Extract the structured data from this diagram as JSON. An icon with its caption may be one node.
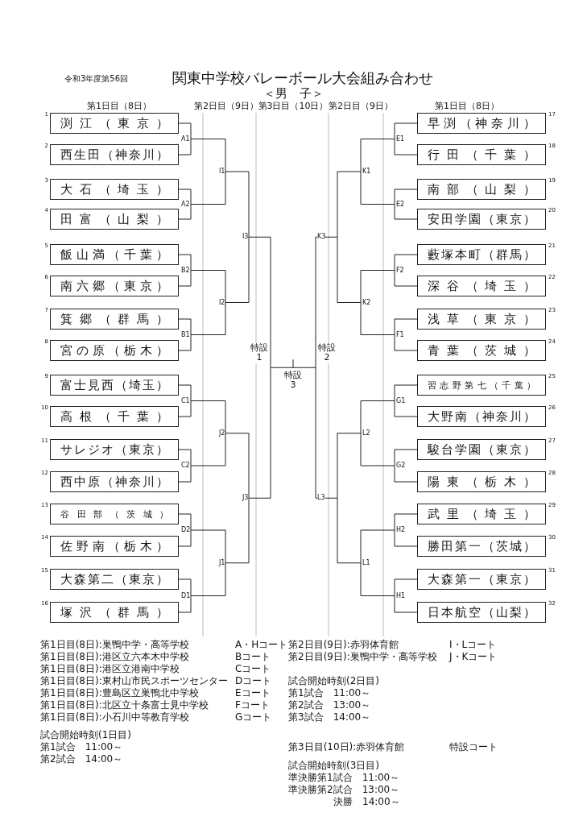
{
  "diagram": {
    "title": "関東中学校バレーボール大会組み合わせ",
    "nodes": [
      {
        "text": [
          "渕江（東京）"
        ],
        "beside": [
          "1"
        ]
      },
      {
        "text": [
          "西生田（神奈川）"
        ],
        "beside": [
          "2"
        ]
      },
      {
        "text": [
          "大石（埼玉）"
        ],
        "beside": [
          "3"
        ]
      },
      {
        "text": [
          "田富（山梨）"
        ],
        "beside": [
          "4"
        ]
      },
      {
        "text": [
          "飯山満（千葉）"
        ],
        "beside": [
          "5"
        ]
      },
      {
        "text": [
          "南六郷（東京）"
        ],
        "beside": [
          "6"
        ]
      },
      {
        "text": [
          "箕郷（群馬）"
        ],
        "beside": [
          "7"
        ]
      },
      {
        "text": [
          "宮の原（栃木）"
        ],
        "beside": [
          "8"
        ]
      },
      {
        "text": [
          "富士見西（埼玉）"
        ],
        "beside": [
          "9"
        ]
      },
      {
        "text": [
          "高根（千葉）"
        ],
        "beside": [
          "10"
        ]
      },
      {
        "text": [
          "サレジオ（東京）"
        ],
        "beside": [
          "11"
        ]
      },
      {
        "text": [
          "西中原（神奈川）"
        ],
        "beside": [
          "12"
        ]
      },
      {
        "text": [
          "谷田部（茨城）"
        ],
        "beside": [
          "13"
        ]
      },
      {
        "text": [
          "佐野南（栃木）"
        ],
        "beside": [
          "14"
        ]
      },
      {
        "text": [
          "大森第二（東京）"
        ],
        "beside": [
          "15"
        ]
      },
      {
        "text": [
          "塚沢（群馬）"
        ],
        "beside": [
          "16"
        ]
      },
      {
        "text": [
          "早渕（神奈川）"
        ],
        "beside": [
          "17"
        ]
      },
      {
        "text": [
          "行田（千葉）"
        ],
        "beside": [
          "18"
        ]
      },
      {
        "text": [
          "南部（山梨）"
        ],
        "beside": [
          "19"
        ]
      },
      {
        "text": [
          "安田学園（東京）"
        ],
        "beside": [
          "20"
        ]
      },
      {
        "text": [
          "藪塚本町（群馬）"
        ],
        "beside": [
          "21"
        ]
      },
      {
        "text": [
          "深谷（埼玉）"
        ],
        "beside": [
          "22"
        ]
      },
      {
        "text": [
          "浅草（東京）"
        ],
        "beside": [
          "23"
        ]
      },
      {
        "text": [
          "青葉（茨城）"
        ],
        "beside": [
          "24"
        ]
      },
      {
        "text": [
          "習志野第七（千葉）"
        ],
        "beside": [
          "25"
        ]
      },
      {
        "text": [
          "大野南（神奈川）"
        ],
        "beside": [
          "26"
        ]
      },
      {
        "text": [
          "駿台学園（東京）"
        ],
        "beside": [
          "27"
        ]
      },
      {
        "text": [
          "陽東（栃木）"
        ],
        "beside": [
          "28"
        ]
      },
      {
        "text": [
          "武里（埼玉）"
        ],
        "beside": [
          "29"
        ]
      },
      {
        "text": [
          "勝田第一（茨城）"
        ],
        "beside": [
          "30"
        ]
      },
      {
        "text": [
          "大森第一（東京）"
        ],
        "beside": [
          "31"
        ]
      },
      {
        "text": [
          "日本航空（山梨）"
        ],
        "beside": [
          "32"
        ]
      }
    ],
    "labels": [
      "令和3年度第56回",
      "＜男　子＞",
      "第1日目（8日）",
      "第2日目（9日）",
      "第3日目（10日）",
      "第2日目（9日）",
      "第1日目（8日）",
      "A1",
      "A2",
      "B2",
      "B1",
      "C1",
      "C2",
      "D2",
      "D1",
      "I1",
      "I2",
      "J2",
      "J1",
      "I3",
      "J3",
      "特設1",
      "特設3",
      "特設2",
      "K3",
      "L3",
      "K1",
      "K2",
      "L2",
      "L1",
      "E1",
      "E2",
      "F2",
      "F1",
      "G1",
      "G2",
      "H2",
      "H1",
      "第1日目(8日):巣鴨中学・高等学校",
      "A・Hコート",
      "第2日目(9日):赤羽体育館",
      "I・Lコート",
      "第1日目(8日):港区立六本木中学校",
      "Bコート",
      "第2日目(9日):巣鴨中学・高等学校",
      "J・Kコート",
      "第1日目(8日):港区立港南中学校",
      "Cコート",
      "第1日目(8日):東村山市民スポーツセンター",
      "Dコート",
      "試合開始時刻(2日目)",
      "第1日目(8日):豊島区立巣鴨北中学校",
      "Eコート",
      "第1試合　11:00～",
      "第1日目(8日):北区立十条富士見中学校",
      "Fコート",
      "第2試合　13:00～",
      "第1日目(8日):小石川中等教育学校",
      "Gコート",
      "第3試合　14:00～",
      "試合開始時刻(1日目)",
      "第1試合　11:00～",
      "第3日目(10日):赤羽体育館",
      "特設コート",
      "第2試合　14:00～",
      "試合開始時刻(3日目)",
      "準決勝第1試合　11:00～",
      "準決勝第2試合　13:00～",
      "決勝　14:00～"
    ]
  }
}
